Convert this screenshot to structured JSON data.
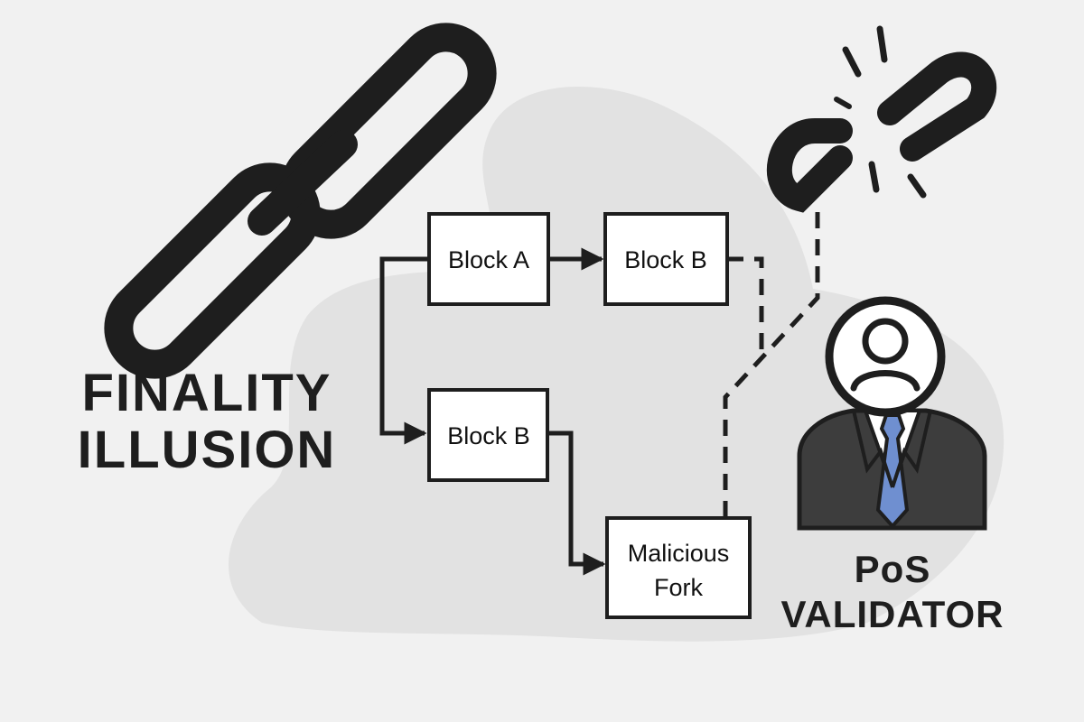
{
  "title": {
    "line1": "FINALITY",
    "line2": "ILLUSION"
  },
  "blocks": {
    "block_a": "Block A",
    "block_b_top": "Block B",
    "block_b_bottom": "Block B",
    "malicious_fork_line1": "Malicious",
    "malicious_fork_line2": "Fork"
  },
  "validator": {
    "line1": "PoS",
    "line2": "VALIDATOR"
  },
  "colors": {
    "background": "#f1f1f1",
    "blob": "#e2e2e2",
    "ink": "#1e1e1e",
    "tie": "#6f8fd0",
    "suit": "#3d3d3d"
  },
  "icons": {
    "intact_chain": "chain-link-icon",
    "broken_chain": "broken-chain-icon",
    "validator": "validator-person-icon"
  }
}
